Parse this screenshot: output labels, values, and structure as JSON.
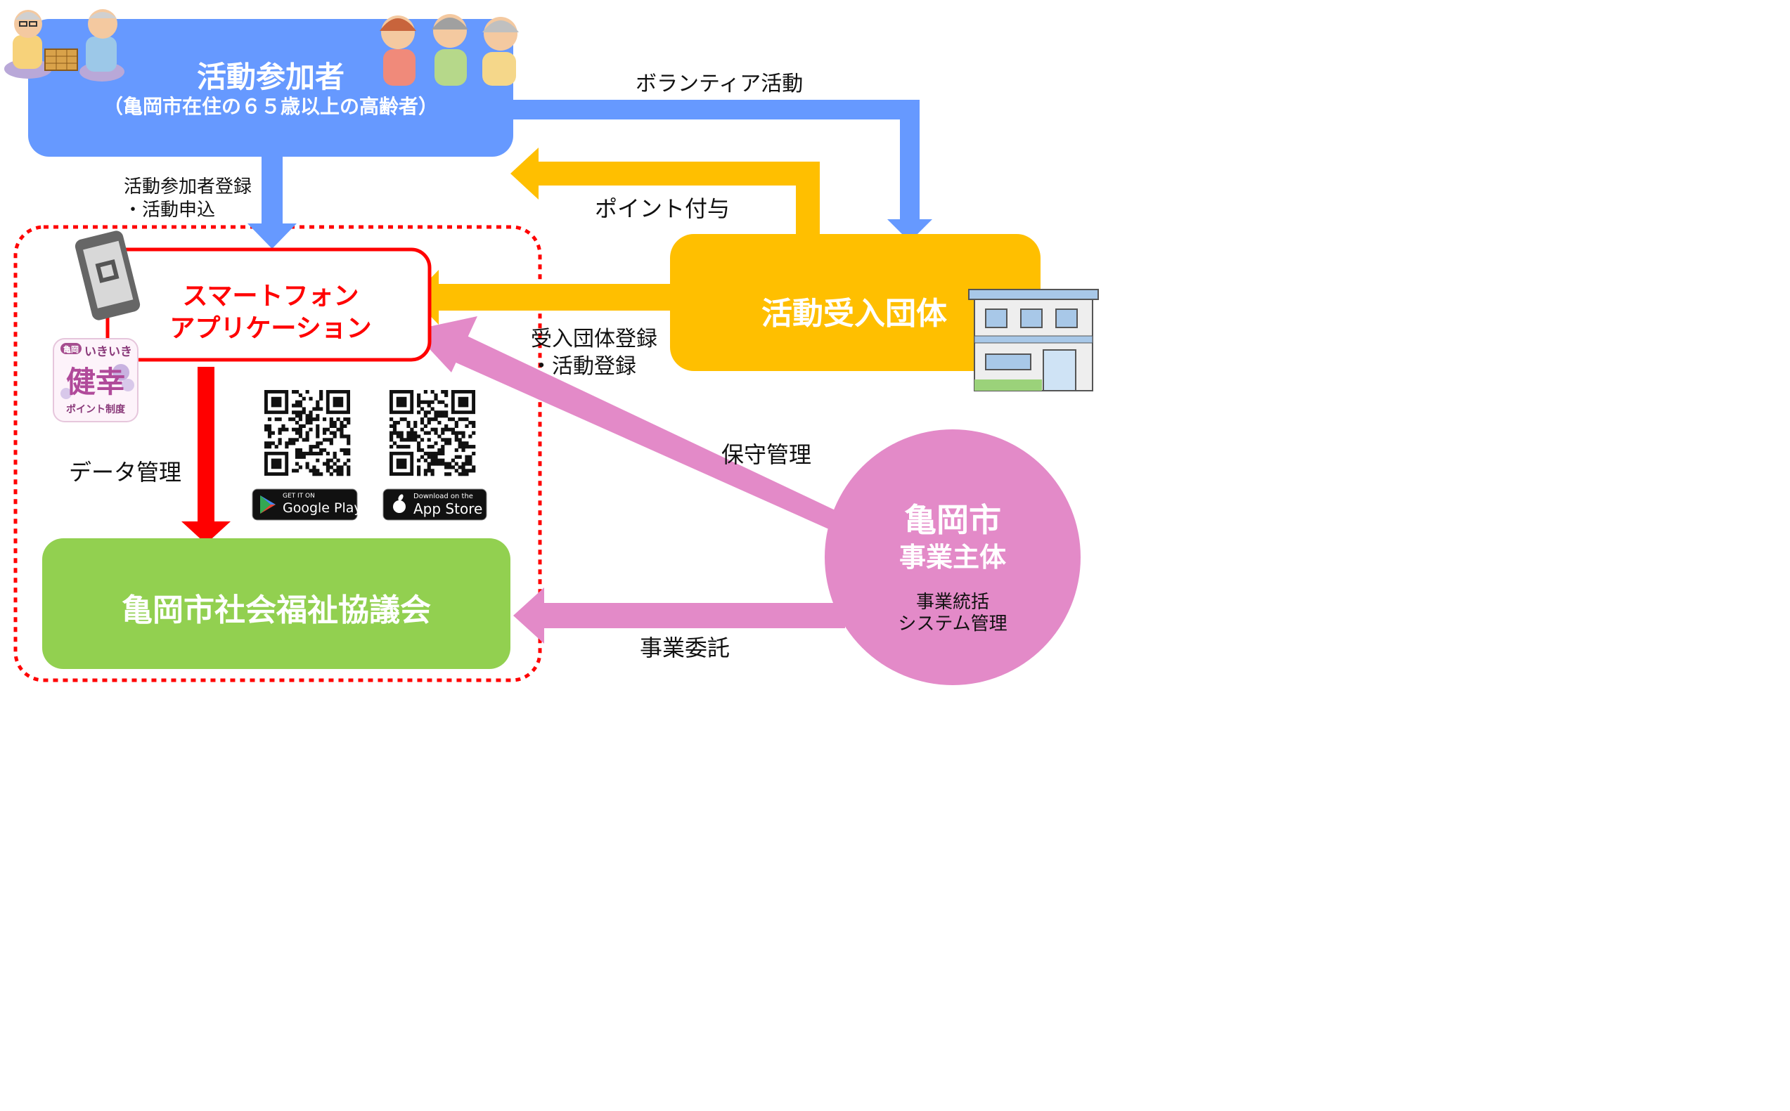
{
  "participants": {
    "title": "活動参加者",
    "subtitle": "（亀岡市在住の６５歳以上の高齢者）"
  },
  "organization": {
    "title": "活動受入団体"
  },
  "app": {
    "line1": "スマートフォン",
    "line2": "アプリケーション"
  },
  "council": {
    "title": "亀岡市社会福祉協議会"
  },
  "city": {
    "title": "亀岡市",
    "role": "事業主体",
    "duty1": "事業統括",
    "duty2": "システム管理"
  },
  "labels": {
    "volunteer": "ボランティア活動",
    "points": "ポイント付与",
    "registration_line1": "活動参加者登録",
    "registration_line2": "・活動申込",
    "org_registration_line1": "受入団体登録",
    "org_registration_line2": "・活動登録",
    "data_management": "データ管理",
    "maintenance": "保守管理",
    "commission": "事業委託"
  },
  "logo": {
    "badge": "亀岡",
    "top": "いきいき",
    "main": "健幸",
    "bottom": "ポイント制度"
  },
  "stores": {
    "google_small": "GET IT ON",
    "google_large": "Google Play",
    "apple_small": "Download on the",
    "apple_large": "App Store"
  },
  "colors": {
    "participants_blue": "#6699ff",
    "organization_yellow": "#ffbf00",
    "council_green": "#92d050",
    "city_pink": "#e38ac8",
    "app_red": "#ff0000"
  }
}
